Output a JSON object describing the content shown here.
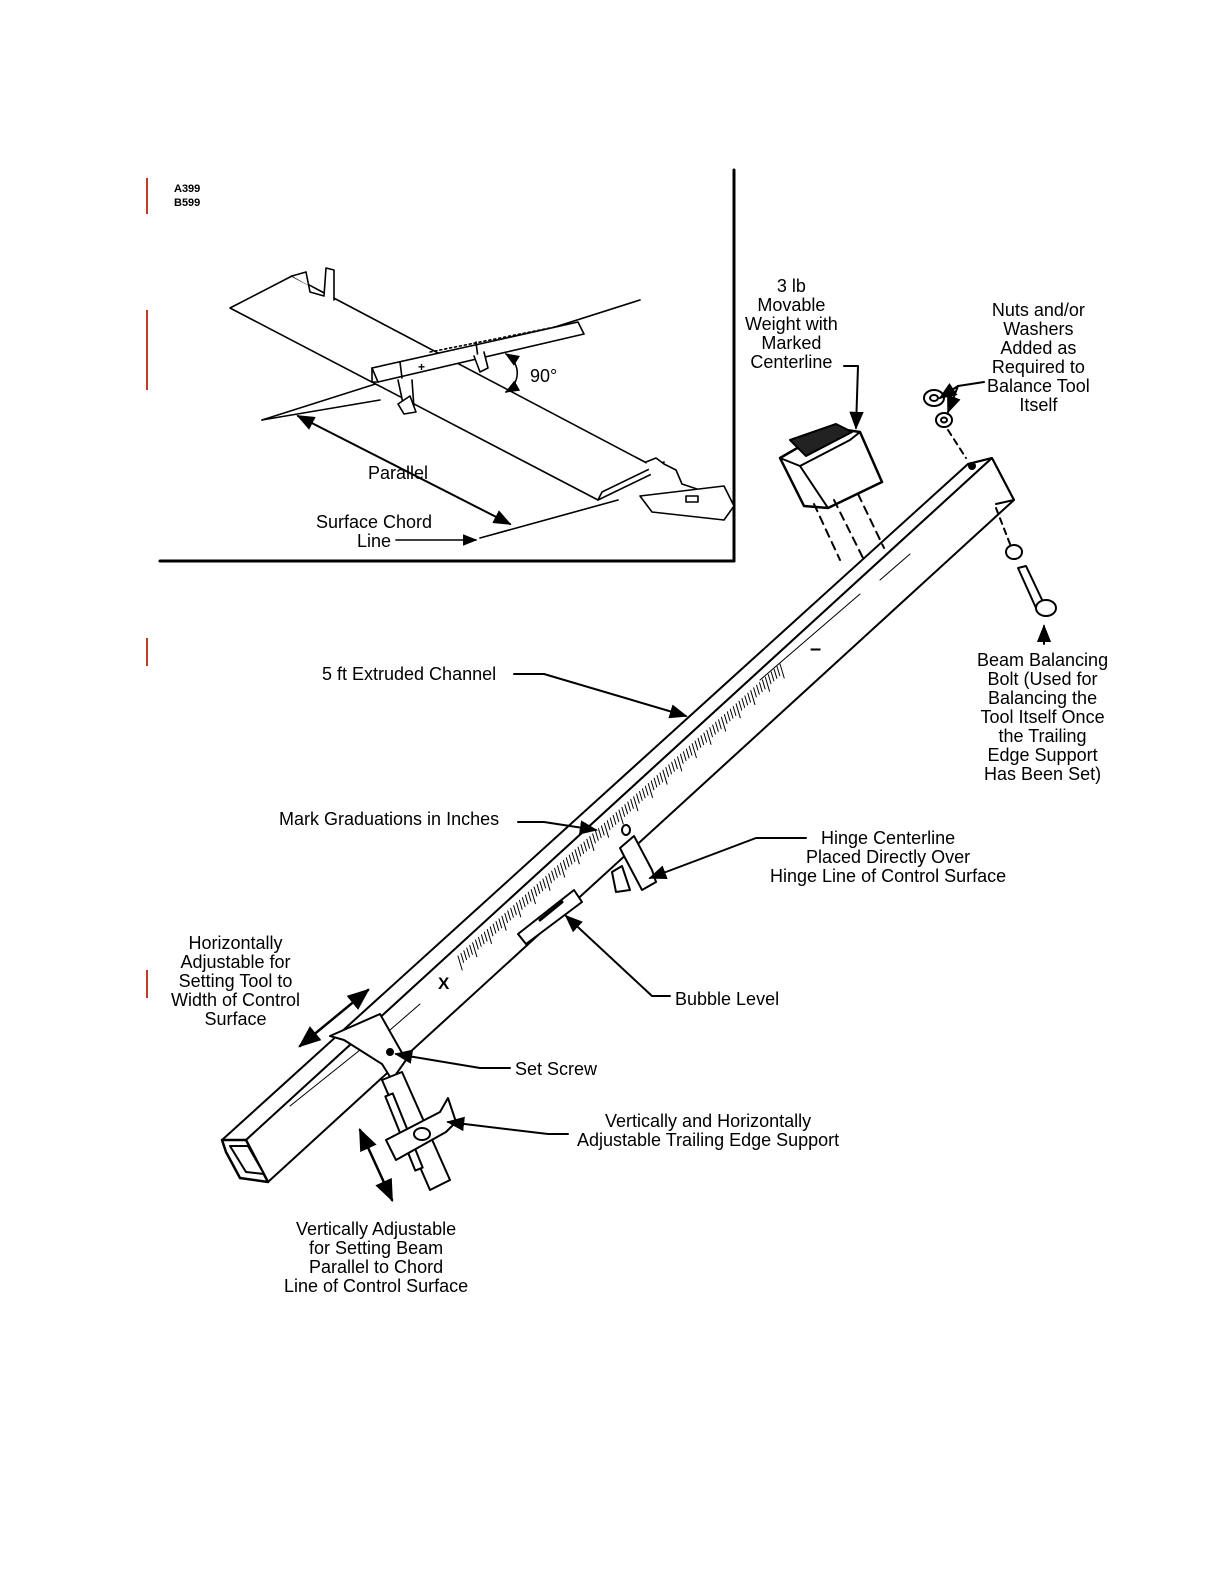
{
  "figure_codes": [
    "A399",
    "B599"
  ],
  "inset": {
    "angle_label": "90°",
    "parallel_label": "Parallel",
    "chord_label": "Surface Chord\nLine"
  },
  "callouts": {
    "weight": "3 lb\nMovable\nWeight with\nMarked\nCenterline",
    "nuts": "Nuts and/or\nWashers\nAdded as\nRequired to\nBalance Tool\nItself",
    "channel": "5 ft Extruded Channel",
    "bolt": "Beam Balancing\nBolt (Used for\nBalancing the\nTool Itself Once\nthe Trailing\nEdge Support\nHas Been Set)",
    "graduations": "Mark Graduations in Inches",
    "hinge": "Hinge Centerline\nPlaced Directly Over\nHinge Line of Control Surface",
    "horizontal": "Horizontally\nAdjustable for\nSetting Tool to\nWidth of Control\nSurface",
    "bubble": "Bubble Level",
    "setscrew": "Set Screw",
    "support": "Vertically and Horizontally\nAdjustable Trailing Edge Support",
    "vertical": "Vertically Adjustable\nfor Setting Beam\nParallel to Chord\nLine of Control Surface"
  },
  "beam_marks": {
    "x_mark": "X",
    "dash_mark": "–",
    "plus_mark": "+"
  },
  "colors": {
    "change_bar": "#c0392b",
    "ink": "#000000"
  }
}
